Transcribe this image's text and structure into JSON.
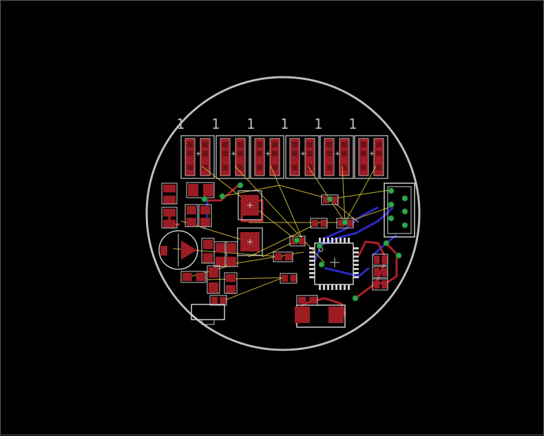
{
  "window": {
    "background": "#000000",
    "frame_color": "#5a5a5a"
  },
  "colors": {
    "outline": "#bfbfbf",
    "copper_top": "#b3202a",
    "pad": "#9c1c24",
    "pad_dark": "#6a1218",
    "silk": "#d0d0d0",
    "airwire": "#c9b531",
    "copper_bottom": "#2a2ac8",
    "via": "#2fa84a"
  },
  "board": {
    "shape": "circle",
    "connector_pin1_labels": [
      "1",
      "1",
      "1",
      "1",
      "1",
      "1"
    ]
  },
  "icons": {
    "via": "via-icon",
    "pad": "pad-icon",
    "chip": "ic-chip-icon"
  }
}
